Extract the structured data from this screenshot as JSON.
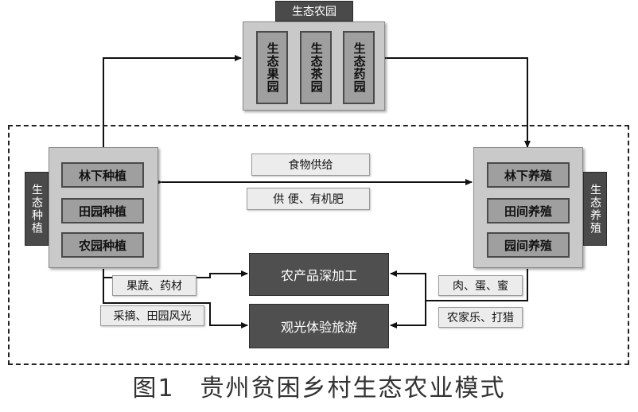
{
  "top": {
    "tag": "生态农园",
    "items": [
      "生态果园",
      "生态茶园",
      "生态药园"
    ]
  },
  "left": {
    "tag": "生态种植",
    "items": [
      "林下种植",
      "田园种植",
      "农园种植"
    ]
  },
  "right": {
    "tag": "生态养殖",
    "items": [
      "林下养殖",
      "田间养殖",
      "园间养殖"
    ]
  },
  "middle": {
    "food": "食物供给",
    "manure": "供 便、有机肥"
  },
  "processing": "农产品深加工",
  "tourism": "观光体验旅游",
  "flows": {
    "veg": "果蔬、药材",
    "picking": "采摘、田园风光",
    "meat": "肉、蛋、蜜",
    "farmstay": "农家乐、打猎"
  },
  "caption": "图1　贵州贫困乡村生态农业模式"
}
